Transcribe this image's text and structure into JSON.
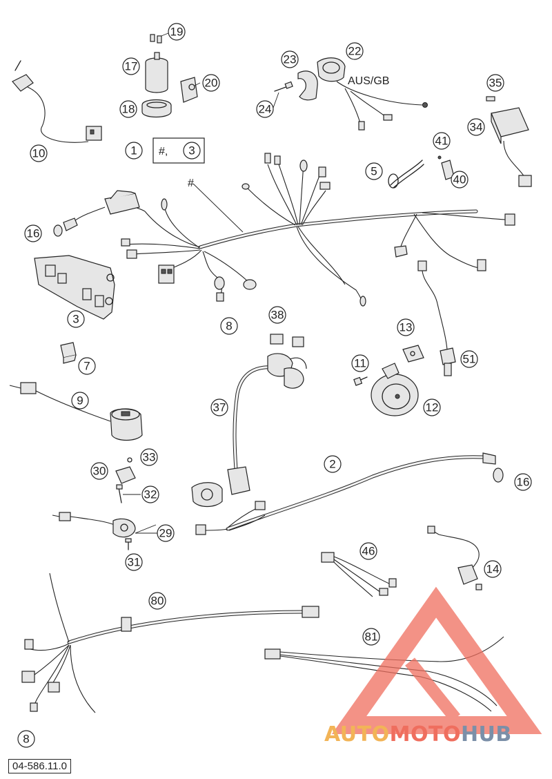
{
  "callouts": [
    {
      "n": "19"
    },
    {
      "n": "17"
    },
    {
      "n": "20"
    },
    {
      "n": "18"
    },
    {
      "n": "23"
    },
    {
      "n": "22"
    },
    {
      "n": "24"
    },
    {
      "n": "35"
    },
    {
      "n": "34"
    },
    {
      "n": "10"
    },
    {
      "n": "1"
    },
    {
      "n": "3"
    },
    {
      "n": "41"
    },
    {
      "n": "5"
    },
    {
      "n": "40"
    },
    {
      "n": "16"
    },
    {
      "n": "3"
    },
    {
      "n": "8"
    },
    {
      "n": "38"
    },
    {
      "n": "13"
    },
    {
      "n": "7"
    },
    {
      "n": "11"
    },
    {
      "n": "51"
    },
    {
      "n": "9"
    },
    {
      "n": "37"
    },
    {
      "n": "12"
    },
    {
      "n": "33"
    },
    {
      "n": "30"
    },
    {
      "n": "2"
    },
    {
      "n": "16"
    },
    {
      "n": "32"
    },
    {
      "n": "29"
    },
    {
      "n": "31"
    },
    {
      "n": "46"
    },
    {
      "n": "14"
    },
    {
      "n": "80"
    },
    {
      "n": "81"
    },
    {
      "n": "8"
    }
  ],
  "labels": {
    "region_variant": "AUS/GB",
    "kit_marker": "#,",
    "harness_marker": "#",
    "reference_code": "04-586.11.0"
  },
  "watermark": {
    "part1": "AUTO",
    "part2": "MOTO",
    "part3": "HUB",
    "colors": {
      "part1": "#f2b457",
      "part2": "#ef6e5e",
      "part3": "#7b8fa8",
      "triangle": "#ef6e5e"
    }
  }
}
